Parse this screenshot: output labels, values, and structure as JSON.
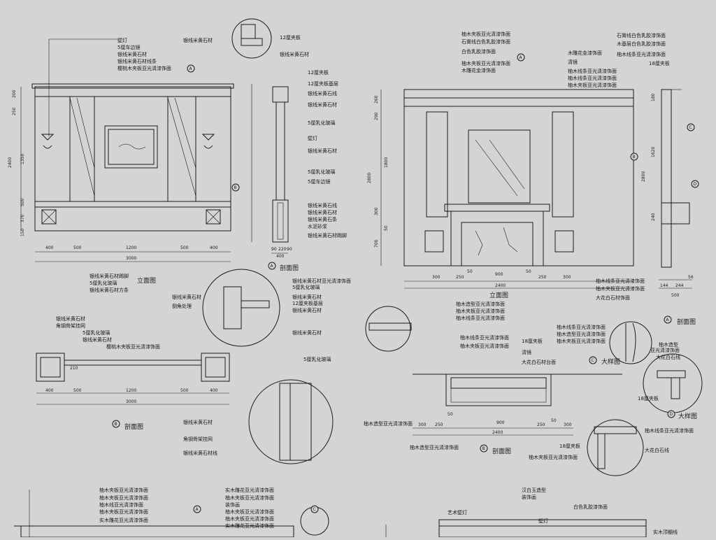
{
  "colors": {
    "background": "#d4d4d4",
    "ink": "#1a1a1a"
  },
  "sheet": {
    "top_left": {
      "labels": [
        "壁灯",
        "5厘车边镜",
        "银线米黄石材",
        "银线米黄石材线条",
        "樱桃木夹板亚光清漆饰面"
      ],
      "bottom_labels": [
        "银线米黄石材踢脚",
        "5厘乳化玻璃",
        "银线米黄石材方条"
      ],
      "elev_title": "立面图",
      "dims_bottom": [
        "400",
        "500",
        "1200",
        "500",
        "400",
        "3000"
      ],
      "dims_left": [
        "200",
        "250",
        "1350",
        "2400",
        "500",
        "370",
        "150"
      ],
      "plan_labels": [
        "银线米黄石材",
        "角钢骨架挂网",
        "5厘乳化玻璃",
        "银线米黄石材",
        "樱桃木夹板亚光清漆饰面"
      ],
      "plan_dims": [
        "400",
        "500",
        "210",
        "1200",
        "500",
        "400",
        "3000"
      ],
      "plan_title": "剖面图"
    },
    "top_mid": {
      "labels": [
        "12厘夹板",
        "银线米黄石材",
        "12厘夹板",
        "12厘夹板基层",
        "银线米黄石线",
        "银线米黄石材",
        "5厘乳化玻璃",
        "壁灯",
        "银线米黄石材",
        "5厘乳化玻璃",
        "5厘车边镜",
        "银线米黄石线",
        "银线米黄石材",
        "银线米黄石条",
        "水泥砂浆",
        "银线米黄石材踢脚"
      ],
      "section_title": "剖面图",
      "section_dims": [
        "90",
        "220",
        "90",
        "400"
      ],
      "bottom_label": "倒角处理",
      "bottom_label2": "银线米黄石材",
      "detail_labels": [
        "银线米黄石材亚光清漆饰面",
        "5厘乳化玻璃",
        "银线米黄石材",
        "12厘夹板基层",
        "银线米黄石材",
        "银线米黄石材"
      ],
      "detail2_labels": [
        "5厘乳化玻璃",
        "银线米黄石材",
        "角钢骨架挂网",
        "银线米黄石材线"
      ]
    },
    "top_right": {
      "labels_left": [
        "柚木夹板亚光清漆饰面",
        "石膏线白色乳胶漆饰面",
        "白色乳胶漆饰面",
        "柚木夹板亚光清漆饰面",
        "木雕花金漆饰面"
      ],
      "labels_mid": [
        "木雕花金漆饰面",
        "清镜",
        "柚木线条亚光清漆饰面",
        "柚木线条亚光清漆饰面",
        "柚木夹板亚光清漆饰面"
      ],
      "labels_right": [
        "石膏线白色乳胶漆饰面",
        "木基层白色乳胶漆饰面",
        "柚木线条亚光清漆饰面",
        "18厘夹板"
      ],
      "bottom_labels": [
        "柚木造型亚光清漆饰面",
        "柚木夹板亚光清漆饰面",
        "柚木线条亚光清漆饰面"
      ],
      "bottom_right_labels": [
        "柚木线条亚光清漆饰面",
        "柚木夹板亚光清漆饰面",
        "大花白石材饰面"
      ],
      "elev_title": "立面图",
      "dims_bottom": [
        "300",
        "250",
        "50",
        "900",
        "50",
        "250",
        "300",
        "2400"
      ],
      "dims_left": [
        "260",
        "290",
        "1800",
        "2800",
        "300",
        "50",
        "700"
      ],
      "side_dims": [
        "180",
        "1620",
        "2800",
        "240",
        "144",
        "244",
        "56",
        "500"
      ],
      "side_title": "剖面图",
      "detail_c": [
        "柚木线条亚光清漆饰面",
        "柚木造型亚光清漆饰面",
        "柚木夹板亚光清漆饰面"
      ],
      "detail_c_title": "大样图",
      "detail_c2": [
        "柚木造型",
        "亚光清漆饰面",
        "大花白石线",
        "18厘夹板"
      ],
      "detail_d_title": "大样图",
      "plan_labels": [
        "柚木线条亚光清漆饰面",
        "柚木夹板亚光清漆饰面",
        "18厘夹板",
        "清镜",
        "大花白石材台面"
      ],
      "plan_dims": [
        "300",
        "250",
        "50",
        "900",
        "250",
        "50",
        "300",
        "2400"
      ],
      "plan_bottom_labels": [
        "柚木造型亚光清漆饰面",
        "柚木造型亚光清漆饰面",
        "柚木夹板亚光清漆饰面"
      ],
      "plan_title": "剖面图",
      "detail_d_labels": [
        "柚木线条亚光清漆饰面",
        "18厘夹板",
        "大花白石线"
      ]
    },
    "bottom": {
      "left_labels": [
        "柚木夹板亚光清漆饰面",
        "柚木夹板亚光清漆饰面",
        "柚木线亚光清漆饰面",
        "柚木夹板亚光清漆饰面",
        "实木雕花亚光清漆饰面"
      ],
      "mid_labels": [
        "实木雕花亚光清漆饰面",
        "柚木夹板亚光清漆饰面",
        "装饰画",
        "柚木夹板亚光清漆饰面",
        "柚木夹板亚光清漆饰面",
        "实木雕花亚光清漆饰面"
      ],
      "right_labels": [
        "汉白玉造型",
        "装饰画",
        "白色乳胶漆饰面",
        "艺术壁灯",
        "壁灯",
        "实木顶棚线"
      ]
    },
    "markers": [
      "A",
      "B",
      "C",
      "D"
    ]
  }
}
